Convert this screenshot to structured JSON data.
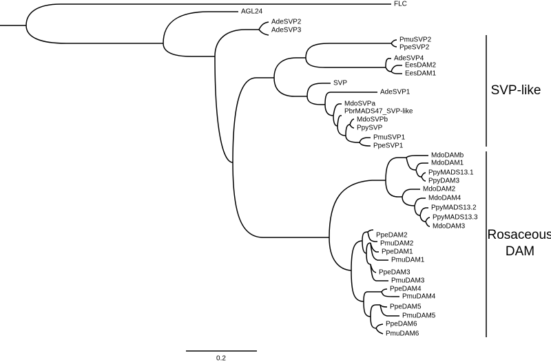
{
  "tree": {
    "leaves": {
      "FLC": "FLC",
      "AGL24": "AGL24",
      "AdeSVP2": "AdeSVP2",
      "AdeSVP3": "AdeSVP3",
      "PmuSVP2": "PmuSVP2",
      "PpeSVP2": "PpeSVP2",
      "AdeSVP4": "AdeSVP4",
      "EesDAM2": "EesDAM2",
      "EesDAM1": "EesDAM1",
      "SVP": "SVP",
      "AdeSVP1": "AdeSVP1",
      "MdoSVPa": "MdoSVPa",
      "PbrMADS47": "PbrMADS47_SVP-like",
      "MdoSVPb": "MdoSVPb",
      "PpySVP": "PpySVP",
      "PmuSVP1": "PmuSVP1",
      "PpeSVP1": "PpeSVP1",
      "MdoDAMb": "MdoDAMb",
      "MdoDAM1": "MdoDAM1",
      "PpyMADS13_1": "PpyMADS13.1",
      "PpyDAM3": "PpyDAM3",
      "MdoDAM2": "MdoDAM2",
      "MdoDAM4": "MdoDAM4",
      "PpyMADS13_2": "PpyMADS13.2",
      "PpyMADS13_3": "PpyMADS13.3",
      "MdoDAM3": "MdoDAM3",
      "PpeDAM2": "PpeDAM2",
      "PmuDAM2": "PmuDAM2",
      "PpeDAM1": "PpeDAM1",
      "PmuDAM1": "PmuDAM1",
      "PpeDAM3": "PpeDAM3",
      "PmuDAM3": "PmuDAM3",
      "PpeDAM4": "PpeDAM4",
      "PmuDAM4": "PmuDAM4",
      "PpeDAM5": "PpeDAM5",
      "PmuDAM5": "PmuDAM5",
      "PpeDAM6": "PpeDAM6",
      "PmuDAM6": "PmuDAM6"
    },
    "clades": {
      "svp_like": "SVP-like",
      "rosaceous_line1": "Rosaceous",
      "rosaceous_line2": "DAM"
    },
    "scale": {
      "length": 0.2,
      "label": "0.2"
    }
  }
}
